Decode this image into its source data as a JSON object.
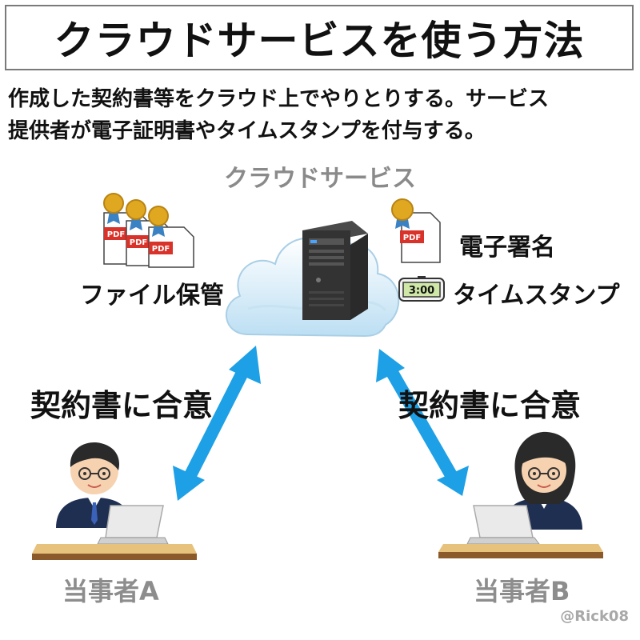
{
  "title": "クラウドサービスを使う方法",
  "description": {
    "line1": "作成した契約書等をクラウド上でやりとりする。サービス",
    "line2": "提供者が電子証明書やタイムスタンプを付与する。"
  },
  "cloud": {
    "label": "クラウドサービス"
  },
  "left_feature": {
    "label": "ファイル保管",
    "icon_text": "PDF"
  },
  "right_features": [
    {
      "label": "電子署名",
      "icon_text": "PDF"
    },
    {
      "label": "タイムスタンプ",
      "icon_text": "3:00"
    }
  ],
  "agreements": {
    "left": "契約書に合意",
    "right": "契約書に合意"
  },
  "parties": {
    "a": "当事者A",
    "b": "当事者B"
  },
  "credit": "@Rick08",
  "colors": {
    "arrow": "#1ea0e6",
    "cloud": "#d6eaf8",
    "pdf_red": "#d9322b",
    "medal_gold": "#e0a820",
    "party_gray": "#8d8d8d"
  }
}
